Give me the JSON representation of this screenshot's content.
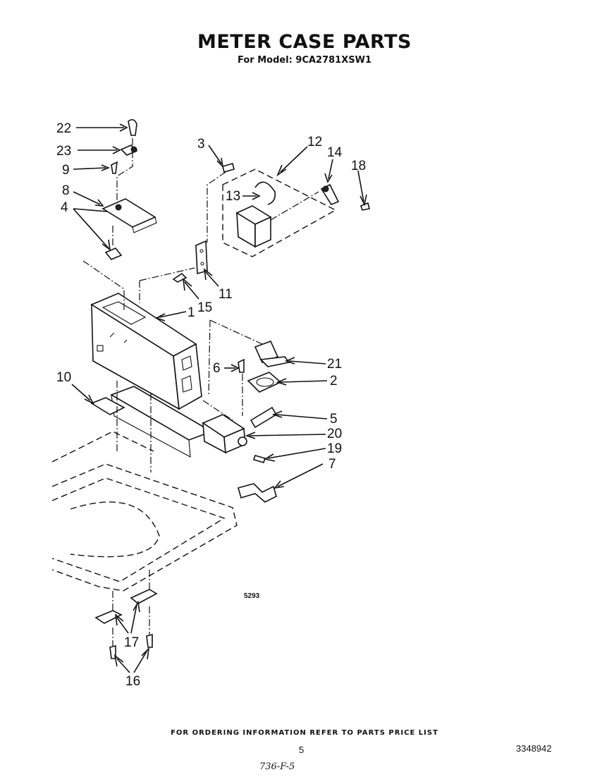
{
  "page": {
    "title": "METER CASE PARTS",
    "subtitle": "For Model: 9CA2781XSW1",
    "footer": "FOR ORDERING INFORMATION REFER TO PARTS PRICE LIST",
    "page_number": "5",
    "doc_number": "3348942",
    "handwritten_note": "736-F-5"
  },
  "diagram": {
    "drawing_code": "5293",
    "callouts": [
      "22",
      "23",
      "9",
      "8",
      "4",
      "3",
      "12",
      "13",
      "14",
      "18",
      "11",
      "15",
      "1",
      "6",
      "21",
      "2",
      "10",
      "5",
      "20",
      "19",
      "7",
      "17",
      "16"
    ]
  }
}
